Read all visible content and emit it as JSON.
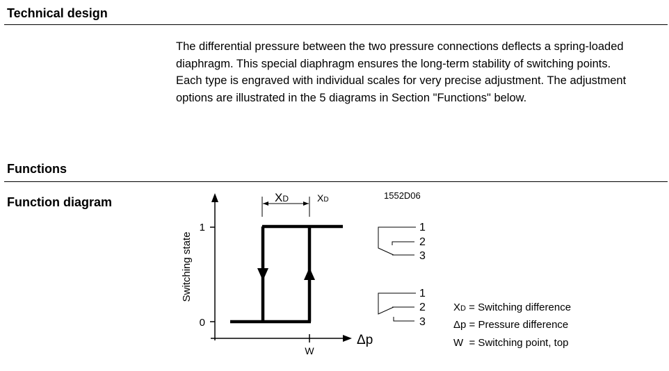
{
  "sections": {
    "technical_design": {
      "title": "Technical design",
      "paragraphs": [
        "The differential pressure between the two pressure connections deflects a spring-loaded diaphragm. This special diaphragm ensures the long-term stability of switching points.",
        "Each type is engraved with individual scales for very precise adjustment. The adjustment options are illustrated in the 5 diagrams in Section \"Functions\" below."
      ]
    },
    "functions": {
      "title": "Functions",
      "function_diagram": {
        "title": "Function diagram",
        "diagram_code": "1552D06",
        "y_axis_label": "Switching state",
        "x_axis_label": "Δp",
        "y_tick_high": "1",
        "y_tick_low": "0",
        "x_tick_w": "W",
        "xd_label_main": "X",
        "xd_label_main_sub": "D",
        "xd_label_right": "X",
        "xd_label_right_sub": "D",
        "contacts_top": [
          "1",
          "2",
          "3"
        ],
        "contacts_bottom": [
          "1",
          "2",
          "3"
        ],
        "legend": [
          {
            "symbol": "X",
            "sub": "D",
            "text": " = Switching difference"
          },
          {
            "symbol": "Δp",
            "sub": "",
            "text": " = Pressure difference"
          },
          {
            "symbol": "W",
            "sub": "",
            "text": "  = Switching point, top"
          }
        ]
      }
    }
  }
}
